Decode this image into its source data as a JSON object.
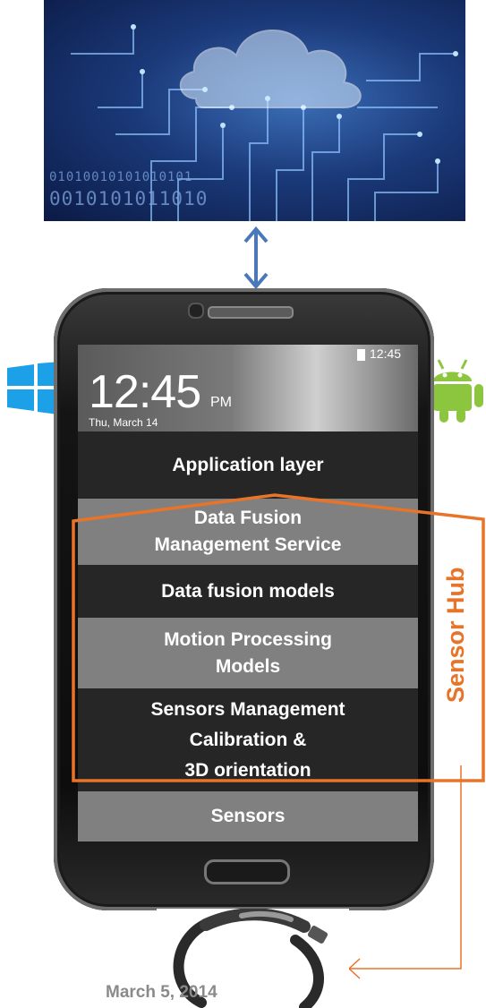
{
  "cloud": {
    "binary_row_1": "01010010101010101",
    "binary_row_2": "0010101011010"
  },
  "phone": {
    "status_time": "12:45",
    "clock_time": "12:45",
    "clock_suffix": "PM",
    "clock_date": "Thu, March 14"
  },
  "layers": {
    "application": "Application layer",
    "data_fusion_service_line1": "Data Fusion",
    "data_fusion_service_line2": "Management Service",
    "data_fusion_models": "Data fusion models",
    "motion_line1": "Motion Processing",
    "motion_line2": "Models",
    "sensors_mgmt_line1": "Sensors Management",
    "sensors_mgmt_line2": "Calibration &",
    "sensors_mgmt_line3": "3D orientation",
    "sensors": "Sensors"
  },
  "sensor_hub": {
    "label": "Sensor Hub",
    "color": "#e8742a"
  },
  "arrow_color": "#4a78b8",
  "footer": {
    "date": "March 5, 2014"
  },
  "icons": [
    "windows-logo-icon",
    "android-logo-icon",
    "wearable-band-icon",
    "cloud-icon",
    "circuit-board-icon"
  ]
}
